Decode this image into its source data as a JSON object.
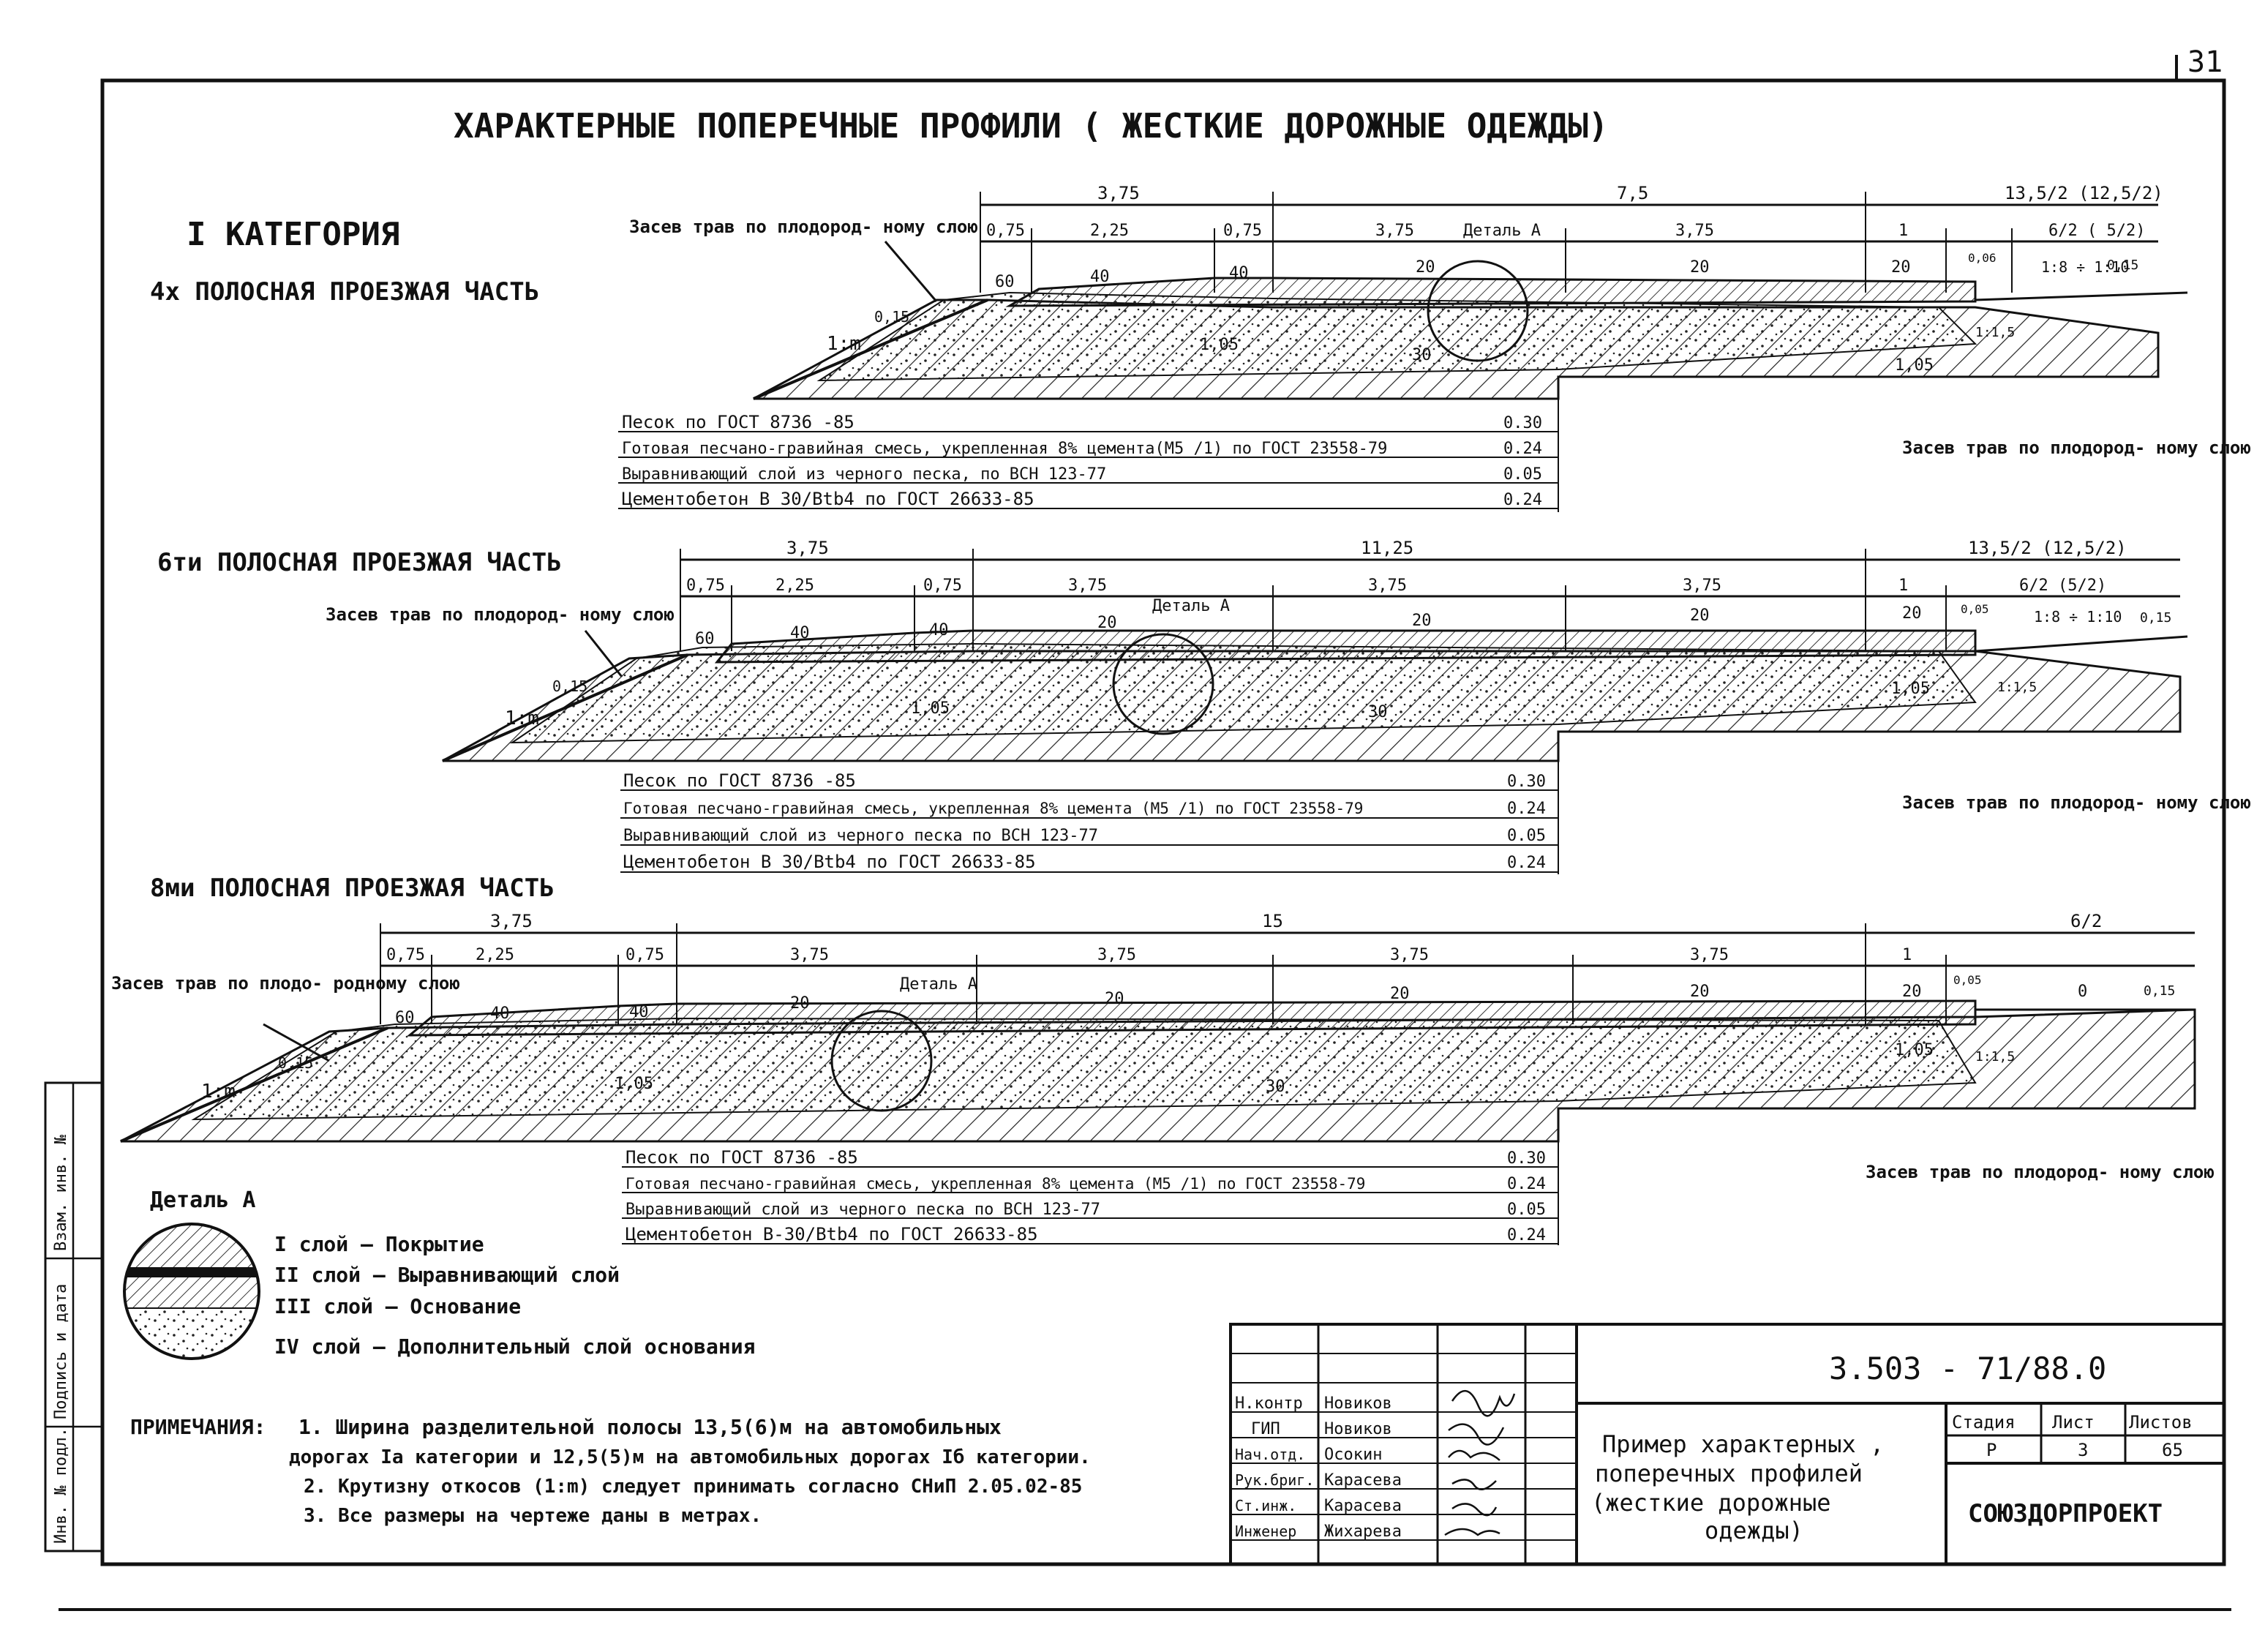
{
  "sheet_corner": "31",
  "title": "ХАРАКТЕРНЫЕ ПОПЕРЕЧНЫЕ ПРОФИЛИ ( ЖЕСТКИЕ ДОРОЖНЫЕ ОДЕЖДЫ)",
  "category": "I КАТЕГОРИЯ",
  "binding_strip": [
    "Инв. № подл.",
    "Подпись и дата",
    "Взам. инв. №"
  ],
  "sand_label": "Засев трав по плодородному слою",
  "profiles": [
    {
      "heading": "4х ПОЛОСНАЯ ПРОЕЗЖАЯ ЧАСТЬ",
      "grass_left": "Засев трав по плодород- ному слою",
      "grass_right": "Засев трав по плодород- ному слою",
      "dims_top": [
        "3,75",
        "7,5",
        "13,5/2 (12,5/2)"
      ],
      "dims_sub": [
        "0,75",
        "2,25",
        "0,75",
        "3,75",
        "3,75",
        "1",
        "6/2 ( 5/2)"
      ],
      "slopes": [
        "60",
        "40",
        "40",
        "20",
        "20",
        "20"
      ],
      "detail": "Деталь А",
      "misc": [
        "1:m",
        "0,15",
        "1,05",
        "1,05",
        "30",
        "1:8 ÷ 1:10",
        "0,15",
        "0,06",
        "1:1,5"
      ],
      "layers": [
        {
          "text": "Песок по ГОСТ 8736 -85",
          "value": "0.30"
        },
        {
          "text": "Готовая песчано-гравийная смесь, укрепленная 8% цемента(М5 /1) по ГОСТ 23558-79",
          "value": "0.24"
        },
        {
          "text": "Выравнивающий слой из черного песка, по ВСН 123-77",
          "value": "0.05"
        },
        {
          "text": "Цементобетон В 30/Вtb4 по ГОСТ 26633-85",
          "value": "0.24"
        }
      ]
    },
    {
      "heading": "6ти ПОЛОСНАЯ ПРОЕЗЖАЯ ЧАСТЬ",
      "grass_left": "Засев трав по плодород- ному слою",
      "grass_right": "Засев трав по плодород- ному слою",
      "dims_top": [
        "3,75",
        "11,25",
        "13,5/2 (12,5/2)"
      ],
      "dims_sub": [
        "0,75",
        "2,25",
        "0,75",
        "3,75",
        "3,75",
        "3,75",
        "1",
        "6/2 (5/2)"
      ],
      "slopes": [
        "60",
        "40",
        "40",
        "20",
        "20",
        "20",
        "20"
      ],
      "detail": "Деталь А",
      "misc": [
        "1:m",
        "0,15",
        "1,05",
        "1,05",
        "30",
        "1:8 ÷ 1:10",
        "0,15",
        "0,05",
        "1:1,5"
      ],
      "layers": [
        {
          "text": "Песок по ГОСТ 8736 -85",
          "value": "0.30"
        },
        {
          "text": "Готовая песчано-гравийная смесь, укрепленная 8% цемента (М5 /1) по ГОСТ 23558-79",
          "value": "0.24"
        },
        {
          "text": "Выравнивающий слой из черного песка по ВСН 123-77",
          "value": "0.05"
        },
        {
          "text": "Цементобетон В 30/Вtb4 по ГОСТ 26633-85",
          "value": "0.24"
        }
      ]
    },
    {
      "heading": "8ми ПОЛОСНАЯ ПРОЕЗЖАЯ ЧАСТЬ",
      "grass_left": "Засев трав по плодо- родному слою",
      "grass_right": "Засев трав по плодород- ному слою",
      "dims_top": [
        "3,75",
        "15",
        "6/2"
      ],
      "dims_sub": [
        "0,75",
        "2,25",
        "0,75",
        "3,75",
        "3,75",
        "3,75",
        "3,75",
        "1"
      ],
      "slopes": [
        "60",
        "40",
        "40",
        "20",
        "20",
        "20",
        "20",
        "20",
        "0"
      ],
      "detail": "Деталь А",
      "misc": [
        "1:m",
        "0,15",
        "1,05",
        "1,05",
        "30",
        "0,15",
        "0,05",
        "1:1,5"
      ],
      "layers": [
        {
          "text": "Песок по ГОСТ 8736 -85",
          "value": "0.30"
        },
        {
          "text": "Готовая песчано-гравийная смесь, укрепленная 8% цемента (М5 /1) по ГОСТ 23558-79",
          "value": "0.24"
        },
        {
          "text": "Выравнивающий слой из черного песка по ВСН 123-77",
          "value": "0.05"
        },
        {
          "text": "Цементобетон В-30/Вtb4 по ГОСТ 26633-85",
          "value": "0.24"
        }
      ]
    }
  ],
  "detail_legend": {
    "title": "Деталь А",
    "items": [
      "I слой — Покрытие",
      "II слой — Выравнивающий слой",
      "III слой — Основание",
      "IV слой — Дополнительный слой основания"
    ]
  },
  "notes": {
    "label": "ПРИМЕЧАНИЯ:",
    "items": [
      "1. Ширина разделительной полосы 13,5(6)м на автомобильных",
      "дорогах Iа категории и 12,5(5)м на автомобильных дорогах Iб категории.",
      "2. Крутизну откосов (1:m) следует принимать согласно СНиП 2.05.02-85",
      "3. Все размеры на чертеже даны в метрах."
    ]
  },
  "title_block": {
    "code": "3.503 - 71/88.0",
    "description": [
      "Пример характерных ,",
      "поперечных профилей",
      "(жесткие дорожные",
      "одежды)"
    ],
    "stage_headers": [
      "Стадия",
      "Лист",
      "Листов"
    ],
    "stage_values": [
      "Р",
      "3",
      "65"
    ],
    "organization": "СОЮЗДОРПРОЕКТ",
    "staff": [
      {
        "role": "Н.контр",
        "name": "Новиков"
      },
      {
        "role": "ГИП",
        "name": "Новиков"
      },
      {
        "role": "Нач.отд.",
        "name": "Осокин"
      },
      {
        "role": "Рук.бриг.",
        "name": "Карасева"
      },
      {
        "role": "Ст.инж.",
        "name": "Карасева"
      },
      {
        "role": "Инженер",
        "name": "Жихарева"
      }
    ]
  }
}
